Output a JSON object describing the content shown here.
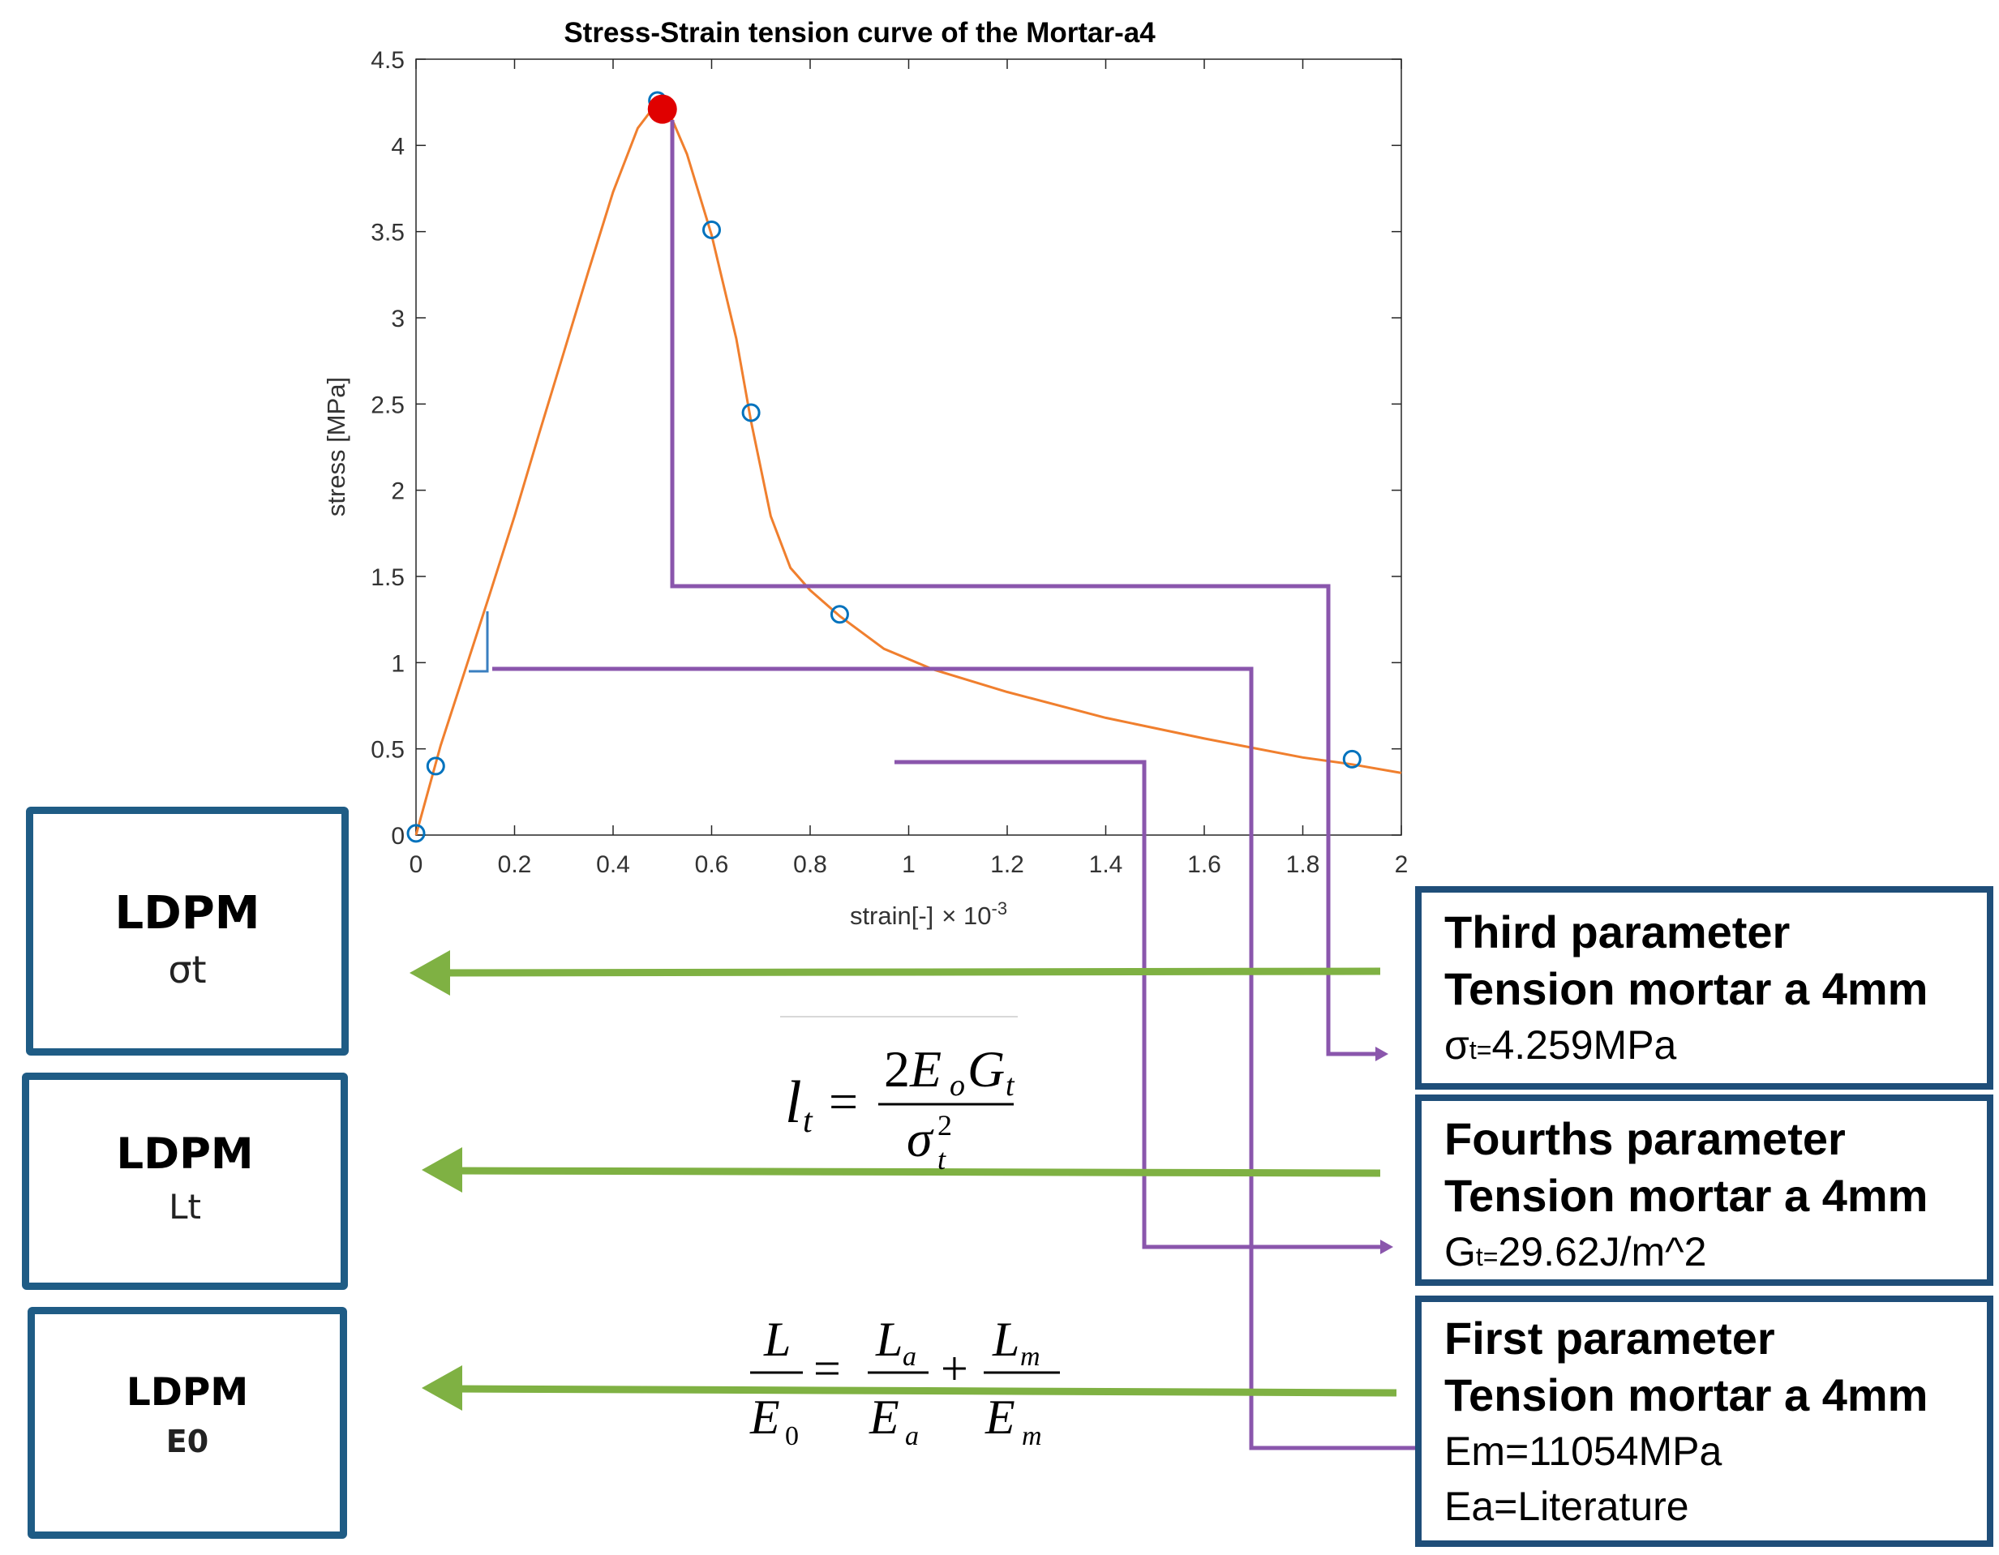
{
  "chart_data": {
    "type": "line",
    "title": "Stress-Strain tension curve of the Mortar-a4",
    "xlabel": "strain[-]",
    "xlabel_multiplier": "× 10",
    "xlabel_exponent": "-3",
    "ylabel": "stress  [MPa]",
    "xlim": [
      0,
      2
    ],
    "ylim": [
      0,
      4.5
    ],
    "xticks": [
      "0",
      "0.2",
      "0.4",
      "0.6",
      "0.8",
      "1",
      "1.2",
      "1.4",
      "1.6",
      "1.8",
      "2"
    ],
    "yticks": [
      "0",
      "0.5",
      "1",
      "1.5",
      "2",
      "2.5",
      "3",
      "3.5",
      "4",
      "4.5"
    ],
    "grid": false,
    "series": [
      {
        "kind": "curve",
        "color": "#f07f2e",
        "x": [
          0,
          0.05,
          0.1,
          0.15,
          0.2,
          0.25,
          0.3,
          0.35,
          0.4,
          0.45,
          0.49,
          0.52,
          0.55,
          0.6,
          0.65,
          0.68,
          0.72,
          0.76,
          0.8,
          0.86,
          0.95,
          1.05,
          1.2,
          1.4,
          1.6,
          1.8,
          1.9,
          2.0
        ],
        "y": [
          0,
          0.52,
          0.96,
          1.4,
          1.85,
          2.33,
          2.8,
          3.27,
          3.73,
          4.1,
          4.25,
          4.15,
          3.95,
          3.48,
          2.88,
          2.4,
          1.85,
          1.55,
          1.42,
          1.27,
          1.08,
          0.96,
          0.83,
          0.68,
          0.56,
          0.45,
          0.41,
          0.36
        ]
      },
      {
        "kind": "markers",
        "color": "#0072bd",
        "x": [
          0.0,
          0.04,
          0.49,
          0.6,
          0.68,
          0.86,
          1.9
        ],
        "y": [
          0.01,
          0.4,
          4.26,
          3.51,
          2.45,
          1.28,
          0.44
        ]
      },
      {
        "kind": "peak",
        "color": "#e00000",
        "x": [
          0.5
        ],
        "y": [
          4.21
        ]
      }
    ]
  },
  "ldpm_boxes": [
    {
      "title": "LDPM",
      "symbol": "σt"
    },
    {
      "title": "LDPM",
      "symbol": "Lt"
    },
    {
      "title": "LDPM",
      "symbol": "E0"
    }
  ],
  "param_boxes": [
    {
      "line1": "Third parameter",
      "line2": "Tension mortar a 4mm",
      "sym": "σ",
      "sub": "t=",
      "value": "4.259MPa"
    },
    {
      "line1": "Fourths parameter",
      "line2": "Tension mortar a 4mm",
      "sym": "G",
      "sub": "t=",
      "value": "29.62J/m^2"
    },
    {
      "line1": "First parameter",
      "line2": "Tension mortar a 4mm",
      "line3": "Em=11054MPa",
      "line4": "Ea=Literature"
    }
  ],
  "colors": {
    "curve": "#f07f2e",
    "markers": "#0072bd",
    "peak": "#e00000",
    "connector": "#8a56ac",
    "arrow": "#7fb143",
    "box_border": "#1f5c85"
  }
}
